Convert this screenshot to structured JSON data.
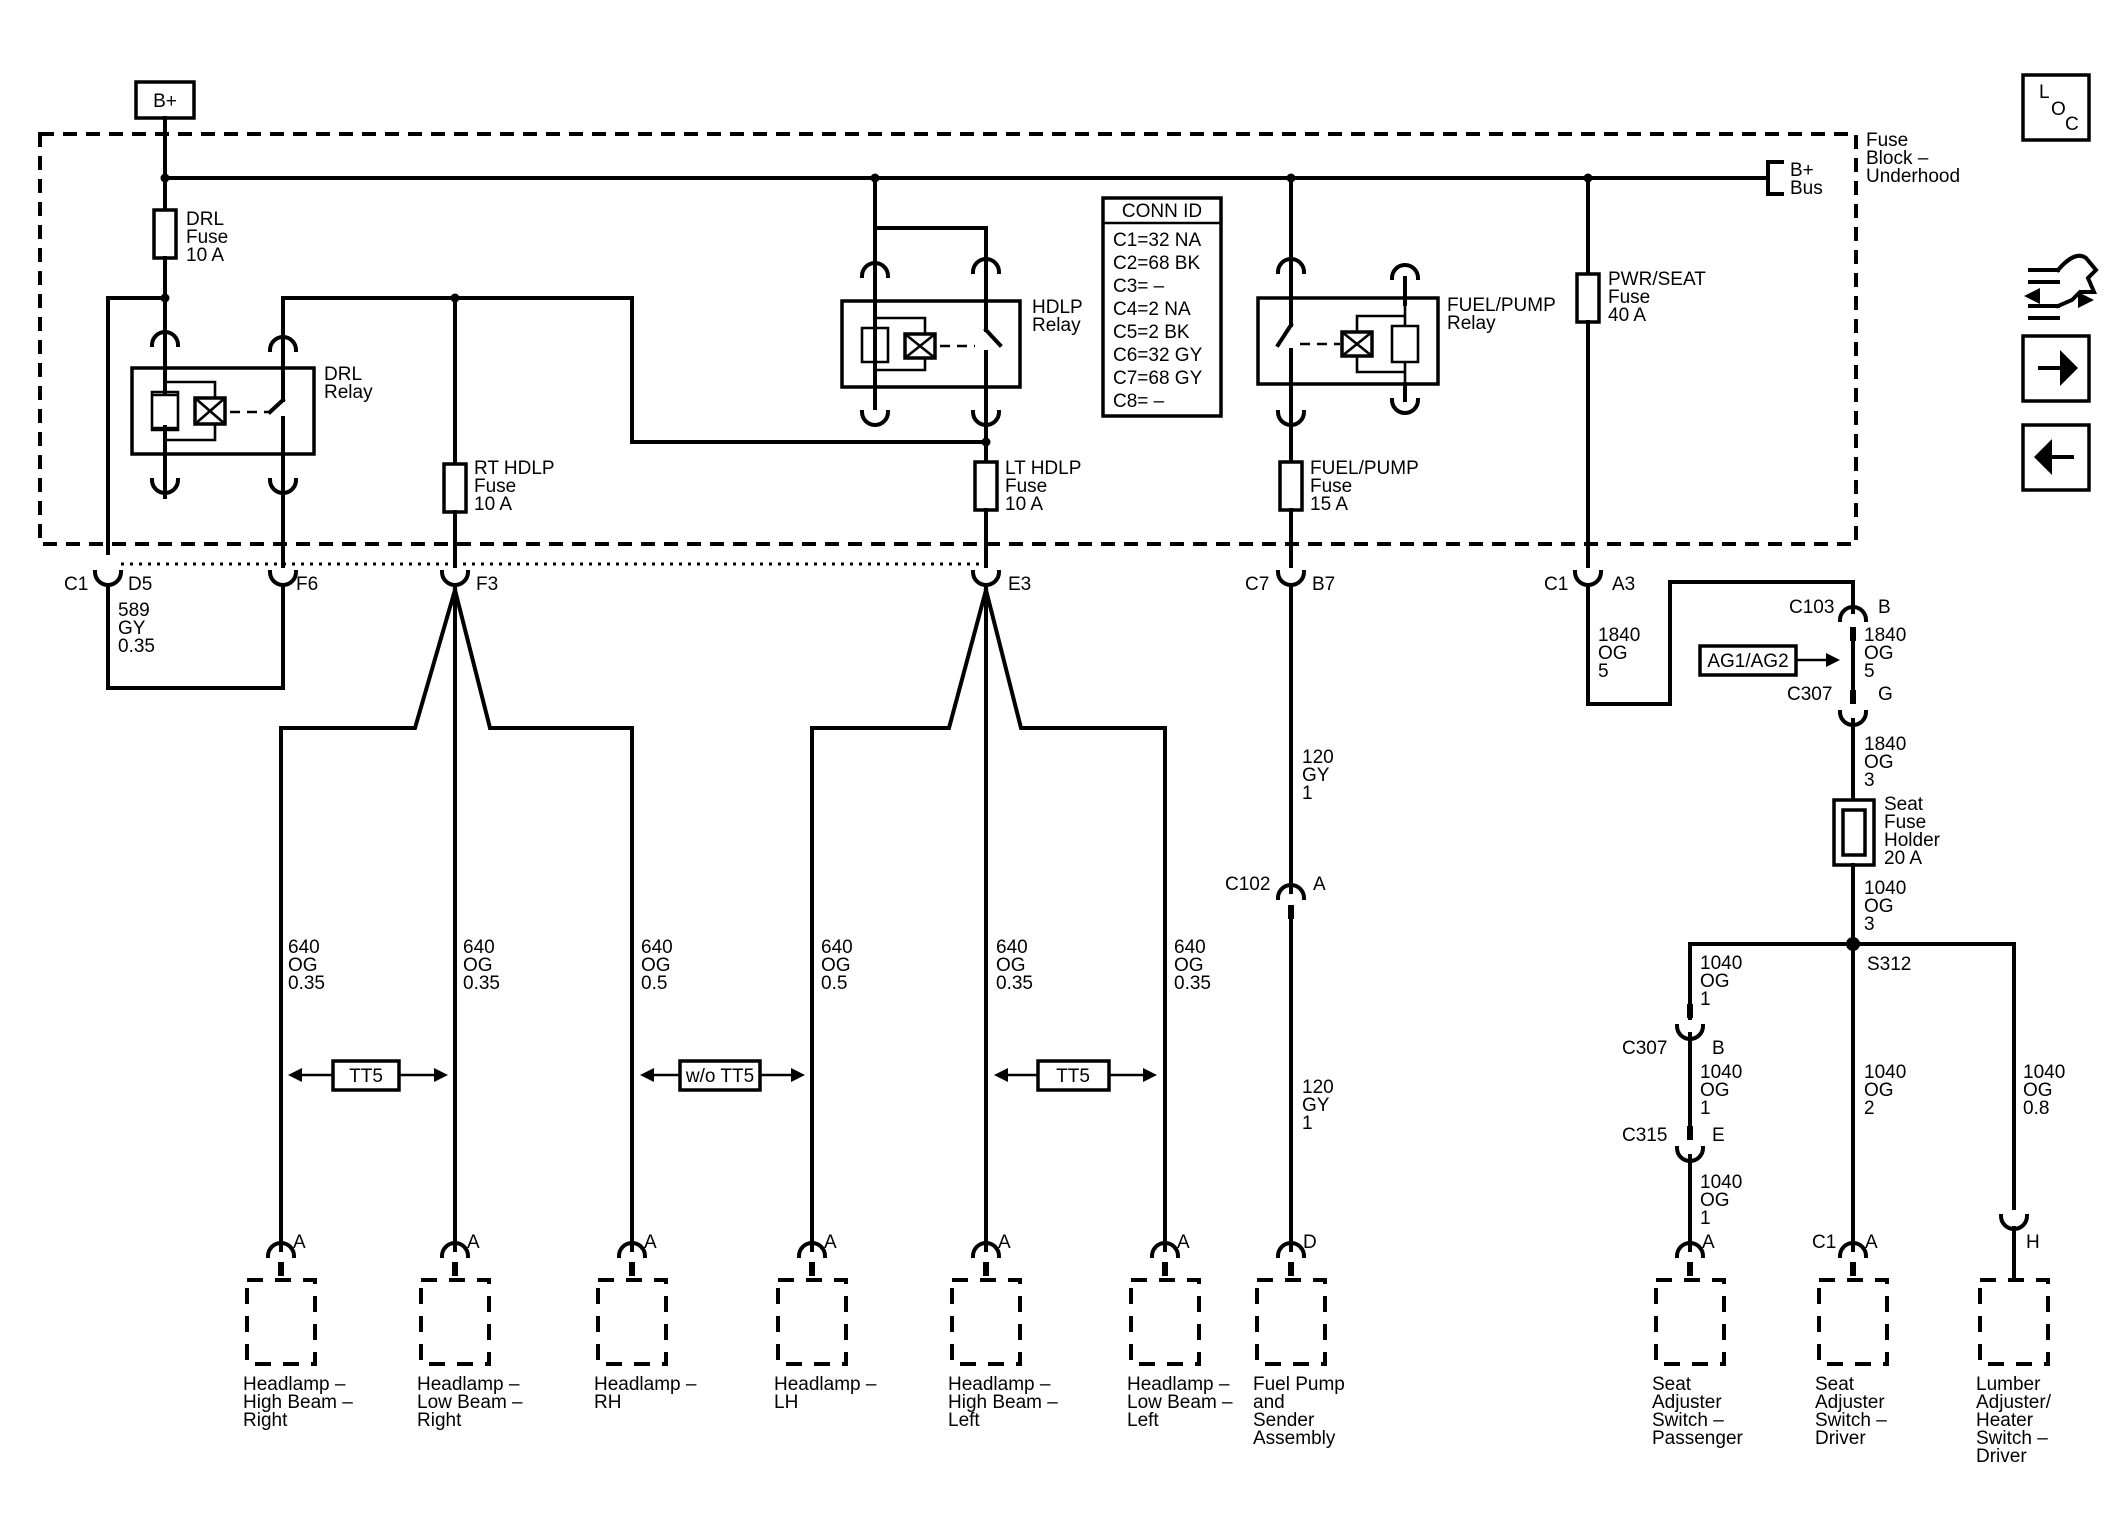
{
  "power": {
    "bplus": "B+",
    "bus_label": "B+\nBus",
    "fuse_block": "Fuse\nBlock –\nUnderhood"
  },
  "fuses": {
    "drl": "DRL\nFuse\n10 A",
    "rt_hdlp": "RT HDLP\nFuse\n10 A",
    "lt_hdlp": "LT HDLP\nFuse\n10 A",
    "fuel_pump": "FUEL/PUMP\nFuse\n15 A",
    "pwr_seat": "PWR/SEAT\nFuse\n40 A",
    "seat_holder": "Seat\nFuse\nHolder\n20 A"
  },
  "relays": {
    "drl": "DRL\nRelay",
    "hdlp": "HDLP\nRelay",
    "fuel_pump": "FUEL/PUMP\nRelay"
  },
  "conn_id": {
    "title": "CONN ID",
    "rows": [
      "C1=32 NA",
      "C2=68 BK",
      "C3= –",
      "C4=2 NA",
      "C5=2 BK",
      "C6=32 GY",
      "C7=68 GY",
      "C8= –"
    ]
  },
  "connectors": {
    "c1_left": "C1",
    "d5": "D5",
    "f6": "F6",
    "f3": "F3",
    "e3": "E3",
    "c7": "C7",
    "b7": "B7",
    "c1_right": "C1",
    "a3": "A3",
    "c103": "C103",
    "c103_pin": "B",
    "c307_top": "C307",
    "c307_top_pin": "G",
    "c102": "C102",
    "c102_pin": "A",
    "s312": "S312",
    "c307_bot": "C307",
    "c307_bot_pin": "B",
    "c315": "C315",
    "c315_pin": "E",
    "c1_driver": "C1"
  },
  "wires": {
    "drl_589": "589\nGY\n0.35",
    "hb_rt": "640\nOG\n0.35",
    "lb_rt": "640\nOG\n0.35",
    "rh": "640\nOG\n0.5",
    "lh": "640\nOG\n0.5",
    "hb_lt": "640\nOG\n0.35",
    "lb_lt": "640\nOG\n0.35",
    "fuel_upper": "120\nGY\n1",
    "fuel_lower": "120\nGY\n1",
    "seat_1840_left": "1840\nOG\n5",
    "seat_1840_mid": "1840\nOG\n5",
    "seat_1840_low": "1840\nOG\n3",
    "seat_1040_main": "1040\nOG\n3",
    "pass_1": "1040\nOG\n1",
    "pass_2": "1040\nOG\n1",
    "pass_3": "1040\nOG\n1",
    "driver": "1040\nOG\n2",
    "lumbar": "1040\nOG\n0.8"
  },
  "options": {
    "tt5_left": "TT5",
    "wo_tt5": "w/o TT5",
    "tt5_right": "TT5",
    "ag": "AG1/AG2"
  },
  "pins": {
    "a": "A",
    "d": "D",
    "h": "H"
  },
  "components": {
    "hb_rt": "Headlamp –\nHigh Beam –\nRight",
    "lb_rt": "Headlamp –\nLow Beam –\nRight",
    "rh": "Headlamp –\nRH",
    "lh": "Headlamp –\nLH",
    "hb_lt": "Headlamp –\nHigh Beam –\nLeft",
    "lb_lt": "Headlamp –\nLow Beam –\nLeft",
    "fuel": "Fuel Pump\nand\nSender\nAssembly",
    "seat_pass": "Seat\nAdjuster\nSwitch –\nPassenger",
    "seat_driver": "Seat\nAdjuster\nSwitch –\nDriver",
    "lumbar": "Lumber\nAdjuster/\nHeater\nSwitch –\nDriver"
  },
  "nav": {
    "loc_l": "L",
    "loc_o": "O",
    "loc_c": "C"
  }
}
